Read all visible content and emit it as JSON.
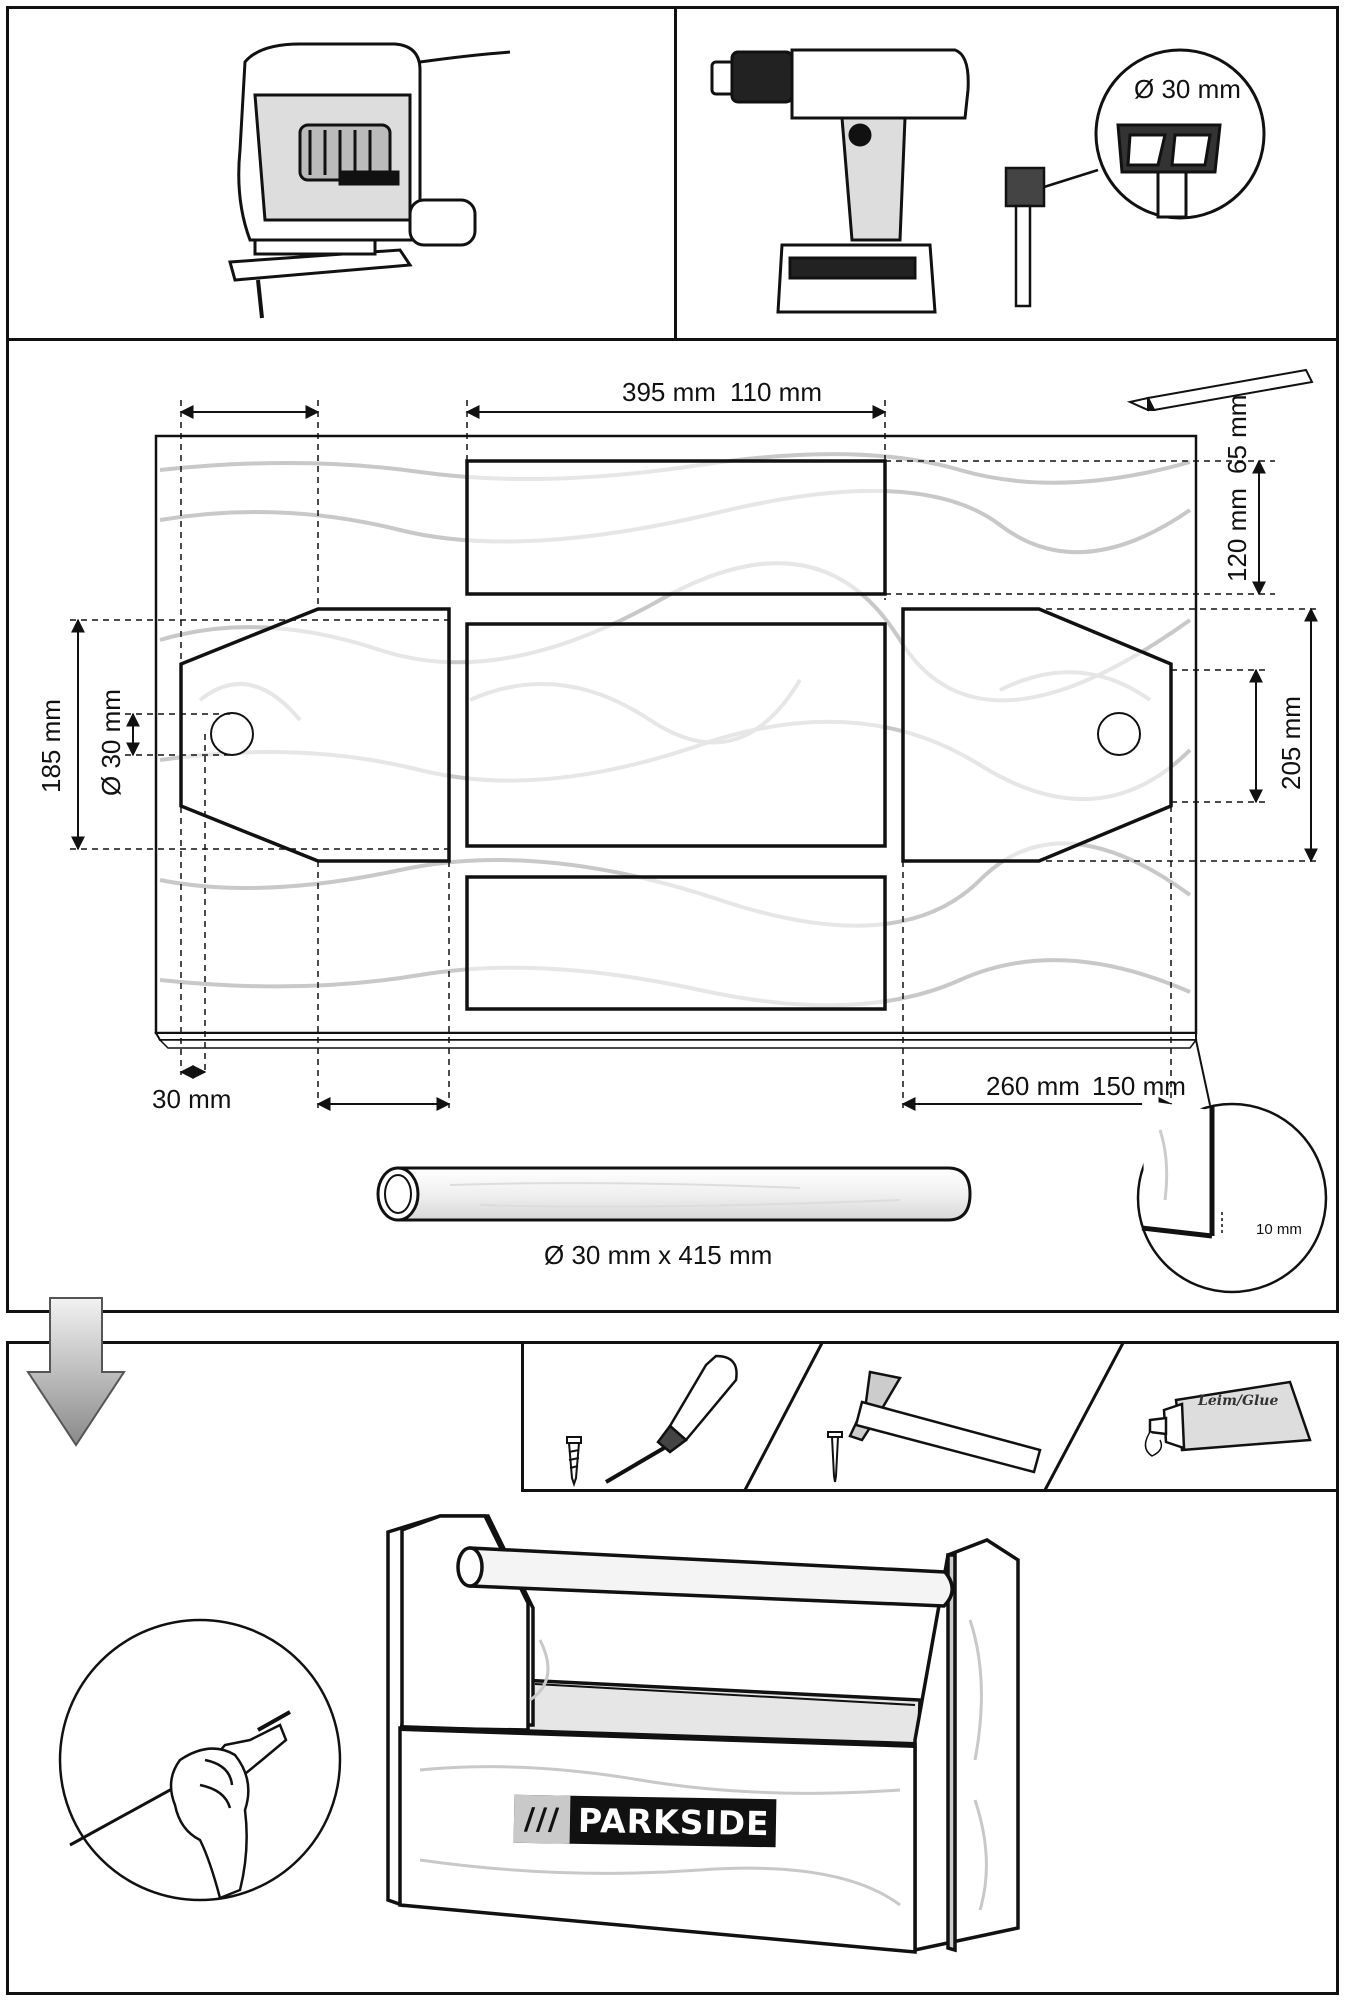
{
  "tools": {
    "jigsaw_icon": "jigsaw-icon",
    "drill_icon": "cordless-drill-icon",
    "forstner_bit_icon": "forstner-bit-icon",
    "bit_diameter": "Ø 30 mm"
  },
  "cut_plan": {
    "dims": {
      "top_center": "395 mm",
      "top_right": "110 mm",
      "right_top_65": "65 mm",
      "right_top_120": "120 mm",
      "right_205": "205 mm",
      "left_185": "185 mm",
      "left_hole": "Ø 30 mm",
      "bottom_left_30": "30 mm",
      "bottom_right_260": "260 mm",
      "bottom_right_150": "150 mm",
      "detail_thickness": "10 mm"
    },
    "dowel_label": "Ø 30 mm x 415 mm"
  },
  "assembly": {
    "tools": [
      "screwdriver-icon",
      "hammer-icon",
      "glue-tube-icon"
    ],
    "glue_label": "Leim/Glue",
    "brand": "PARKSIDE",
    "brand_mark": "///",
    "brush_icon": "brush-hand-icon",
    "arrow_icon": "down-arrow-icon"
  }
}
